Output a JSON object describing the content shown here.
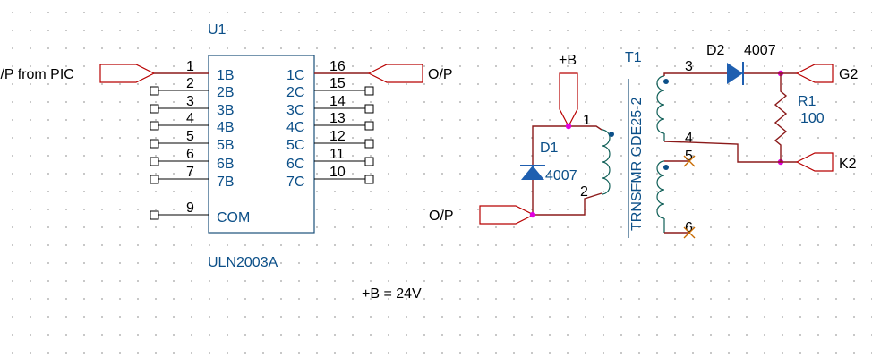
{
  "u1": {
    "refdes": "U1",
    "part": "ULN2003A",
    "inputs": [
      {
        "pin": "1",
        "name": "1B"
      },
      {
        "pin": "2",
        "name": "2B"
      },
      {
        "pin": "3",
        "name": "3B"
      },
      {
        "pin": "4",
        "name": "4B"
      },
      {
        "pin": "5",
        "name": "5B"
      },
      {
        "pin": "6",
        "name": "6B"
      },
      {
        "pin": "7",
        "name": "7B"
      }
    ],
    "outputs": [
      {
        "pin": "16",
        "name": "1C"
      },
      {
        "pin": "15",
        "name": "2C"
      },
      {
        "pin": "14",
        "name": "3C"
      },
      {
        "pin": "13",
        "name": "4C"
      },
      {
        "pin": "12",
        "name": "5C"
      },
      {
        "pin": "11",
        "name": "6C"
      },
      {
        "pin": "10",
        "name": "7C"
      }
    ],
    "com": {
      "pin": "9",
      "name": "COM"
    }
  },
  "ports": {
    "ip_from_pic": "I/P from PIC",
    "op_u1": "O/P",
    "op_left": "O/P",
    "vplus": "+B",
    "g2": "G2",
    "k2": "K2"
  },
  "d1": {
    "refdes": "D1",
    "value": "4007"
  },
  "d2": {
    "refdes": "D2",
    "value": "4007"
  },
  "r1": {
    "refdes": "R1",
    "value": "100"
  },
  "t1": {
    "refdes": "T1",
    "part": "TRNSFMR GDE25-2",
    "pins": [
      "1",
      "2",
      "3",
      "4",
      "5",
      "6"
    ]
  },
  "supply_note": "+B = 24V",
  "colors": {
    "wire": "#8b1a1a",
    "component_text": "#0b4f88",
    "junction": "#e000e0",
    "no_connect": "#c86a00"
  }
}
